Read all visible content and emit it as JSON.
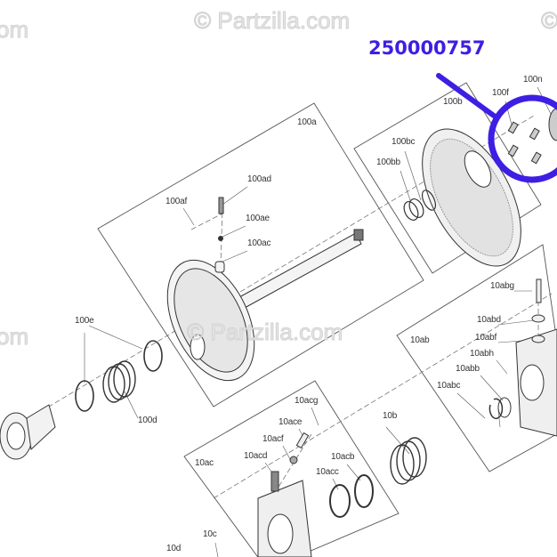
{
  "watermark": {
    "text": "© Partzilla.com",
    "fragment_left": "om",
    "fragment_right": "©"
  },
  "highlight": {
    "part_number": "250000757",
    "color": "#3d1fe3"
  },
  "callouts": {
    "l100n": "100n",
    "l100f": "100f",
    "l100b": "100b",
    "l100a": "100a",
    "l100bc": "100bc",
    "l100bb": "100bb",
    "l100ad": "100ad",
    "l100af": "100af",
    "l100ae": "100ae",
    "l100ac": "100ac",
    "l100e": "100e",
    "l100d": "100d",
    "l10abg": "10abg",
    "l10abd": "10abd",
    "l10abf": "10abf",
    "l10ab": "10ab",
    "l10abh": "10abh",
    "l10abb": "10abb",
    "l10abc": "10abc",
    "l10acg": "10acg",
    "l10ace": "10ace",
    "l10acf": "10acf",
    "l10acd": "10acd",
    "l10acb": "10acb",
    "l10acc": "10acc",
    "l10b": "10b",
    "l10ac": "10ac",
    "l10c": "10c",
    "l10d": "10d"
  }
}
